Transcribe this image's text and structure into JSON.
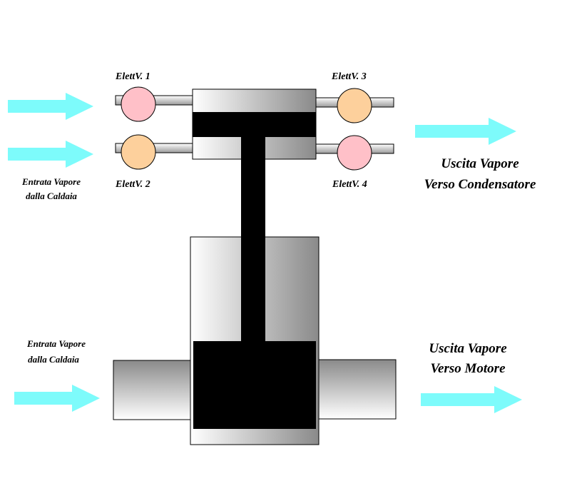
{
  "valves": {
    "v1": {
      "label": "ElettV. 1",
      "color": "#ffc0c8"
    },
    "v2": {
      "label": "ElettV. 2",
      "color": "#fdd09c"
    },
    "v3": {
      "label": "ElettV. 3",
      "color": "#fdd09c"
    },
    "v4": {
      "label": "ElettV. 4",
      "color": "#ffc0c8"
    }
  },
  "inlets": {
    "upper": {
      "line1": "Entrata Vapore",
      "line2": "dalla Caldaia"
    },
    "lower": {
      "line1": "Entrata Vapore",
      "line2": "dalla Caldaia"
    }
  },
  "outlets": {
    "condenser": {
      "line1": "Uscita Vapore",
      "line2": "Verso Condensatore"
    },
    "motor": {
      "line1": "Uscita Vapore",
      "line2": "Verso Motore"
    }
  },
  "colors": {
    "arrow": "#7dfbfb",
    "piston": "#000000",
    "body_dark": "#8a8a8a",
    "body_light": "#ffffff"
  }
}
